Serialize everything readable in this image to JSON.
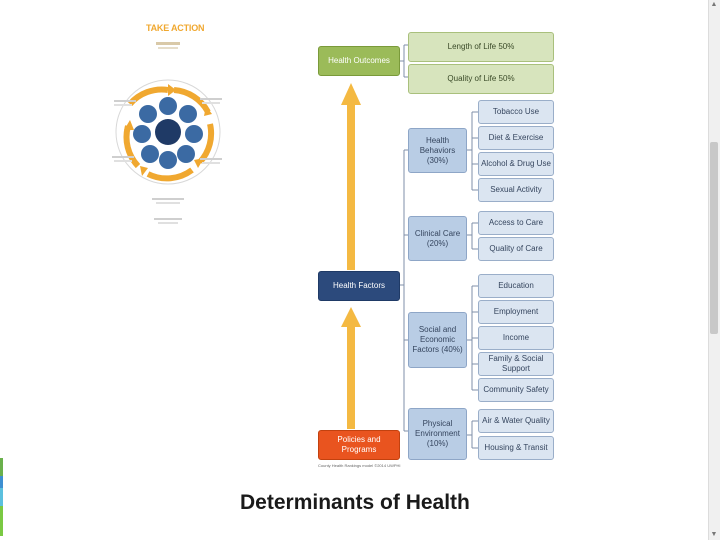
{
  "caption": "Determinants of Health",
  "take_action": {
    "title": "TAKE ACTION"
  },
  "model": {
    "outcomes": {
      "label": "Health Outcomes",
      "items": [
        "Length of Life 50%",
        "Quality of Life 50%"
      ]
    },
    "factors": {
      "label": "Health Factors",
      "groups": [
        {
          "label": "Health Behaviors (30%)",
          "items": [
            "Tobacco Use",
            "Diet & Exercise",
            "Alcohol & Drug Use",
            "Sexual Activity"
          ]
        },
        {
          "label": "Clinical Care (20%)",
          "items": [
            "Access to Care",
            "Quality of Care"
          ]
        },
        {
          "label": "Social and Economic Factors (40%)",
          "items": [
            "Education",
            "Employment",
            "Income",
            "Family & Social Support",
            "Community Safety"
          ]
        },
        {
          "label": "Physical Environment (10%)",
          "items": [
            "Air & Water Quality",
            "Housing & Transit"
          ]
        }
      ]
    },
    "policies": {
      "label": "Policies and Programs"
    },
    "source": "County Health Rankings model ©2014 UWPHI"
  },
  "colors": {
    "outcomes": "#9bbb59",
    "factors": "#2c4a7c",
    "policies": "#e9541f",
    "arrow": "#f4b942",
    "ring": "#f0a830",
    "bubble": "#3b6aa3"
  }
}
